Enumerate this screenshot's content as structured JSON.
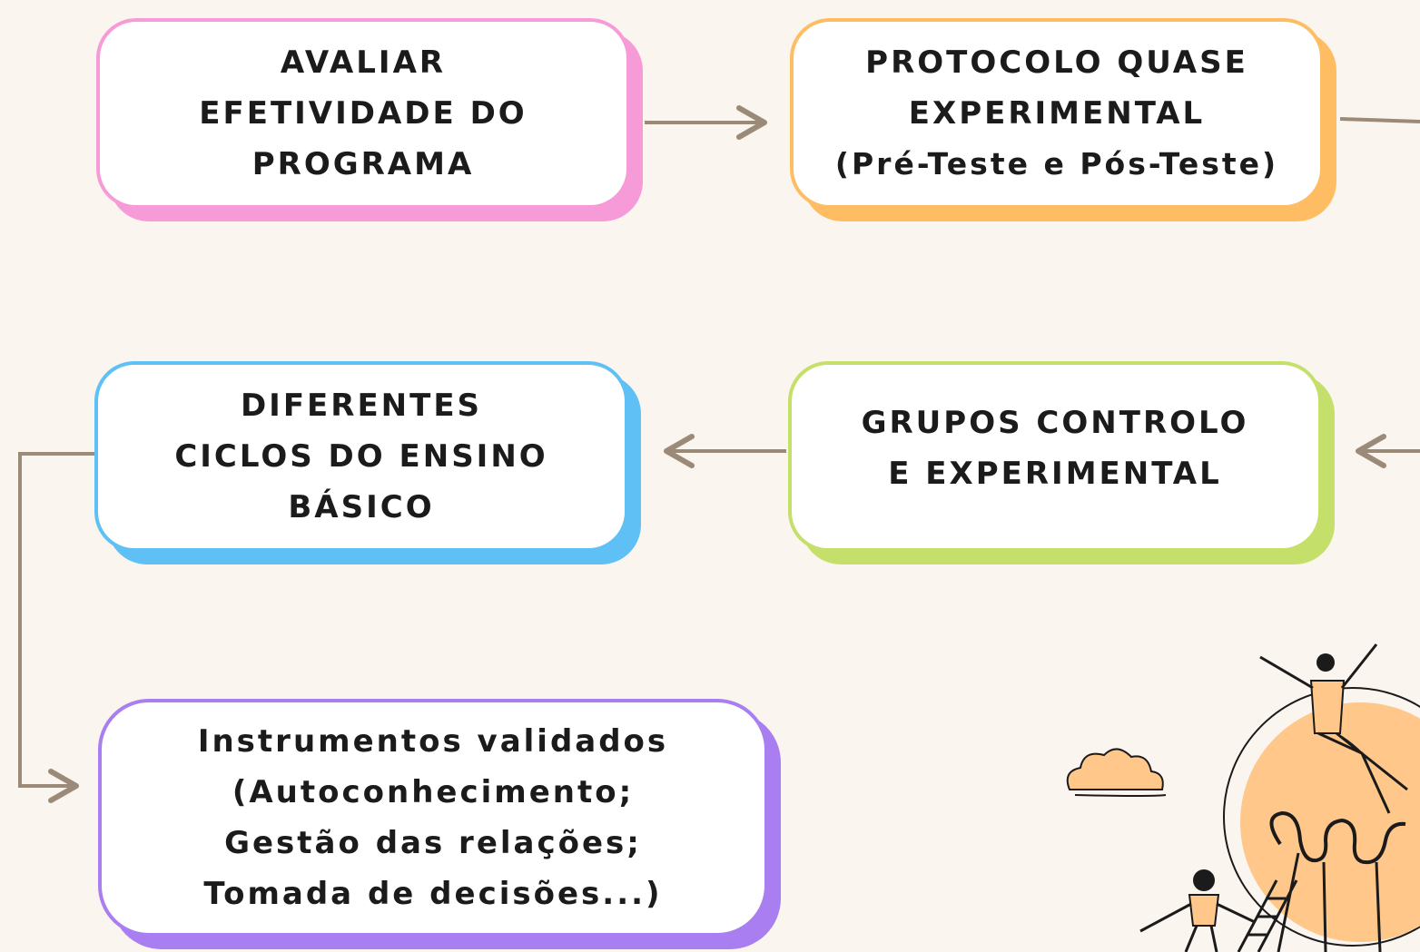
{
  "diagram": {
    "boxes": {
      "avaliar": {
        "lines": [
          "AVALIAR",
          "EFETIVIDADE DO",
          "PROGRAMA"
        ]
      },
      "protocolo": {
        "lines": [
          "PROTOCOLO QUASE",
          "EXPERIMENTAL",
          "(Pré-Teste e Pós-Teste)"
        ]
      },
      "grupos": {
        "lines": [
          "GRUPOS CONTROLO",
          "E EXPERIMENTAL"
        ]
      },
      "ciclos": {
        "lines": [
          "DIFERENTES",
          "CICLOS DO ENSINO",
          "BÁSICO"
        ]
      },
      "instrumentos": {
        "lines": [
          "Instrumentos validados",
          "(Autoconhecimento;",
          "Gestão das relações;",
          "Tomada de decisões...)"
        ]
      }
    },
    "colors": {
      "background": "#faf5ef",
      "connector": "#9c8a78",
      "pink": "#f79ad8",
      "orange": "#ffbd63",
      "blue": "#5ec0f5",
      "green": "#c5e06a",
      "purple": "#a97ef0",
      "accent_illustration": "#ffc78a"
    },
    "illustration": {
      "icon": "lightbulb-people-illustration"
    }
  }
}
